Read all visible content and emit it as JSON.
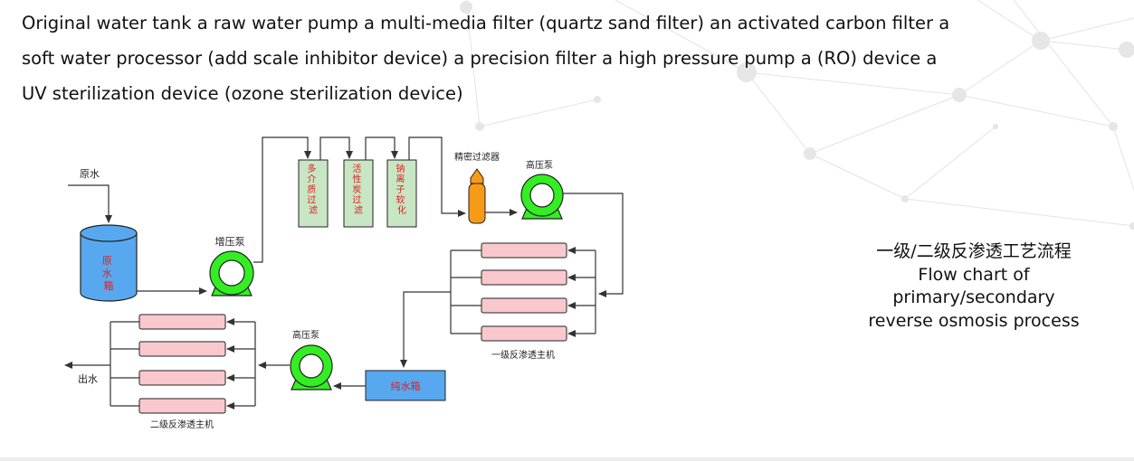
{
  "intro": {
    "line1": "Original water tank a raw water pump a multi-media filter (quartz sand filter) an activated carbon filter a",
    "line2": "soft water processor (add scale inhibitor device) a precision filter a high pressure pump a (RO) device a",
    "line3": "UV sterilization device (ozone sterilization device)"
  },
  "diagram": {
    "raw_water_label": "原水",
    "raw_tank_label": "原水箱",
    "booster_pump_label": "增压泵",
    "filters": [
      {
        "label": "多介质过滤器"
      },
      {
        "label": "活性炭过滤器"
      },
      {
        "label": "钠离子软化器"
      }
    ],
    "precision_filter_label": "精密过滤器",
    "hp_pump1_label": "高压泵",
    "ro1_label": "一级反渗透主机",
    "pure_tank_label": "纯水箱",
    "hp_pump2_label": "高压泵",
    "ro2_label": "二级反渗透主机",
    "outlet_label": "出水"
  },
  "caption": {
    "zh": "一级/二级反渗透工艺流程",
    "en1": "Flow chart of",
    "en2": "primary/secondary",
    "en3": "reverse osmosis process"
  },
  "colors": {
    "tank_blue": "#58a8f0",
    "pump_green": "#33ee22",
    "filter_fill": "#c8e6c4",
    "membrane_pink": "#f9c8cd",
    "precision_orange": "#f79a18",
    "label_red": "#e02020"
  }
}
